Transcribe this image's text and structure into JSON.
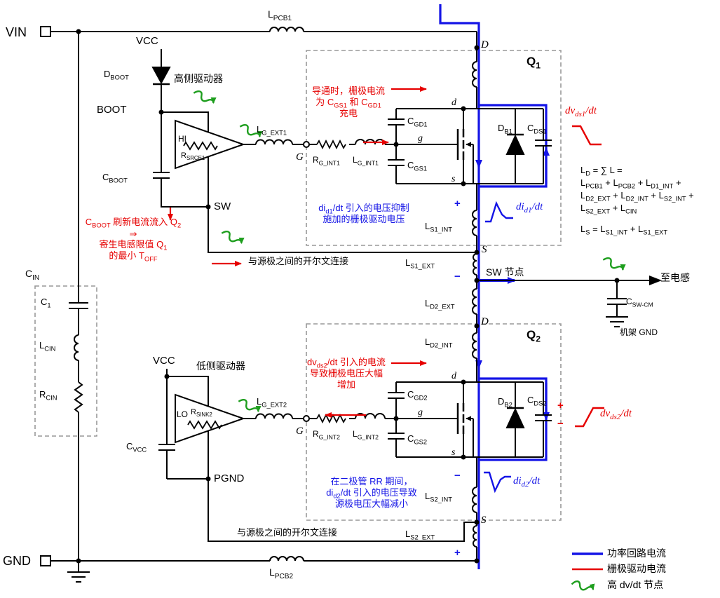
{
  "colors": {
    "power_loop": "#1414e6",
    "gate_drive": "#e60000",
    "high_dvdt": "#1e9e1e",
    "wire": "#000000",
    "dashed_box": "#999999"
  },
  "terminals": {
    "vin": "VIN",
    "gnd": "GND"
  },
  "rails": {
    "vcc_top": "VCC",
    "boot": "BOOT",
    "sw": "SW",
    "vcc_bottom": "VCC",
    "pgnd": "PGND"
  },
  "nodes": {
    "d_top": "D",
    "s_mid": "S",
    "d_mid": "D",
    "s_bot": "S",
    "g_hs": "G",
    "g_ls": "G",
    "d_q1": "d",
    "g_q1": "g",
    "s_q1": "s",
    "d_q2": "d",
    "g_q2": "g",
    "s_q2": "s",
    "sw_node": "SW 节点",
    "to_inductor": "至电感",
    "chassis_gnd": "机架 GND"
  },
  "components": {
    "l_pcb1": "L{PCB1}",
    "l_pcb2": "L{PCB2}",
    "d_boot": "D{BOOT}",
    "c_boot": "C{BOOT}",
    "hi": "HI",
    "lo": "LO",
    "r_srce1": "R{SRCE1}",
    "r_sink2": "R{SINK2}",
    "l_g_ext1": "L{G_EXT1}",
    "r_g_int1": "R{G_INT1}",
    "l_g_int1": "L{G_INT1}",
    "l_g_ext2": "L{G_EXT2}",
    "r_g_int2": "R{G_INT2}",
    "l_g_int2": "L{G_INT2}",
    "l_d1_int": "L{D1_INT}",
    "l_s1_int": "L{S1_INT}",
    "l_s1_ext": "L{S1_EXT}",
    "l_d2_ext": "L{D2_EXT}",
    "l_d2_int": "L{D2_INT}",
    "l_s2_int": "L{S2_INT}",
    "l_s2_ext": "L{S2_EXT}",
    "c_gd1": "C{GD1}",
    "c_gs1": "C{GS1}",
    "c_gd2": "C{GD2}",
    "c_gs2": "C{GS2}",
    "d_b1": "D{B1}",
    "c_ds1": "C{DS1}",
    "d_b2": "D{B2}",
    "c_ds2": "C{DS2}",
    "c_vcc": "C{VCC}",
    "c_in": "C{IN}",
    "c_1": "C{1}",
    "l_cin": "L{CIN}",
    "r_cin": "R{CIN}",
    "c_sw_cm": "C{SW-CM}",
    "q1": "Q{1}",
    "q2": "Q{2}"
  },
  "drivers": {
    "high_side": "高侧驱动器",
    "low_side": "低侧驱动器"
  },
  "annotations": {
    "turn_on": {
      "l1": "导通时，栅极电流",
      "l2": "为 C{GS1} 和 C{GD1}",
      "l3": "充电"
    },
    "boot_refresh": {
      "l1": "C{BOOT} 刷新电流流入 Q{2}",
      "l2": "⇒",
      "l3": "寄生电感限值 Q{1}",
      "l4": "的最小 T{OFF}"
    },
    "did1_text": {
      "l1": "di{d1}/dt 引入的电压抑制",
      "l2": "施加的栅极驱动电压"
    },
    "dvds2_text": {
      "l1": "dv{ds2}/dt 引入的电流",
      "l2": "导致栅极电压大幅",
      "l3": "增加"
    },
    "did2_text": {
      "l1": "在二极管 RR 期间，",
      "l2": "di{d2}/dt 引入的电压导致",
      "l3": "源极电压大幅减小"
    },
    "kelvin1": "与源极之间的开尔文连接",
    "kelvin2": "与源极之间的开尔文连接",
    "dvds1_dt": "dv{ds1}/dt",
    "did1_dt": "di{d1}/dt",
    "dvds2_dt": "dv{ds2}/dt",
    "did2_dt": "di{d2}/dt",
    "ld_formula": {
      "l1": "L{D} = ∑ L =",
      "l2": "L{PCB1} + L{PCB2} + L{D1_INT} +",
      "l3": "L{D2_EXT} + L{D2_INT} + L{S2_INT} +",
      "l4": "L{S2_EXT} + L{CIN}",
      "l5": "L{S} = L{S1_INT} + L{S1_EXT}"
    },
    "plus": "+",
    "minus": "−"
  },
  "legend": {
    "power_loop": "功率回路电流",
    "gate_drive": "栅极驱动电流",
    "high_dvdt": "高 dv/dt 节点"
  }
}
